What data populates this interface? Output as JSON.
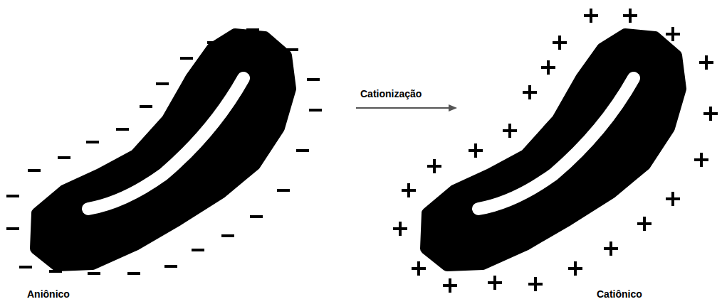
{
  "diagram": {
    "labels": [
      "Aniônico",
      "Cationização",
      "Catiônico"
    ]
  }
}
